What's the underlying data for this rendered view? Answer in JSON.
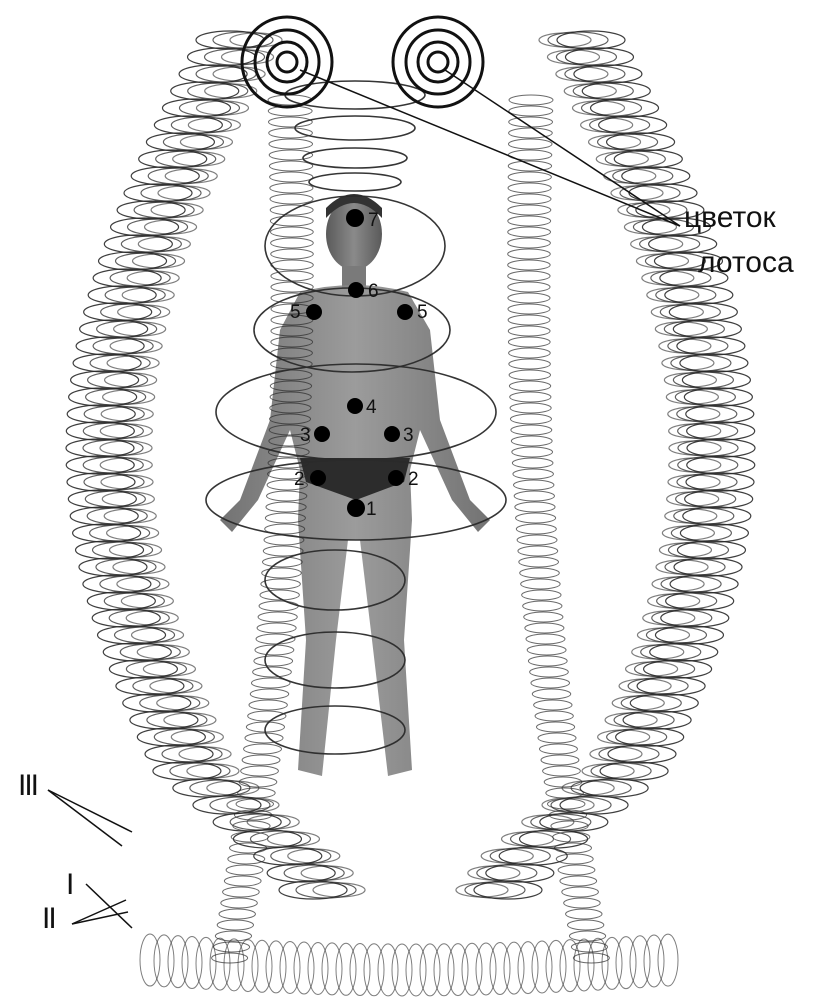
{
  "labels": {
    "lotus_line1": "цветок",
    "lotus_line2": "лотоса",
    "layer_III": "III",
    "layer_II": "II",
    "layer_I": "I"
  },
  "chakras": [
    {
      "number": "7"
    },
    {
      "number": "6"
    },
    {
      "number": "5"
    },
    {
      "number": "5"
    },
    {
      "number": "4"
    },
    {
      "number": "3"
    },
    {
      "number": "3"
    },
    {
      "number": "2"
    },
    {
      "number": "2"
    },
    {
      "number": "1"
    }
  ],
  "colors": {
    "ink": "#111111",
    "body": "#6e6e6e",
    "spiral": "#2a2a2a"
  }
}
